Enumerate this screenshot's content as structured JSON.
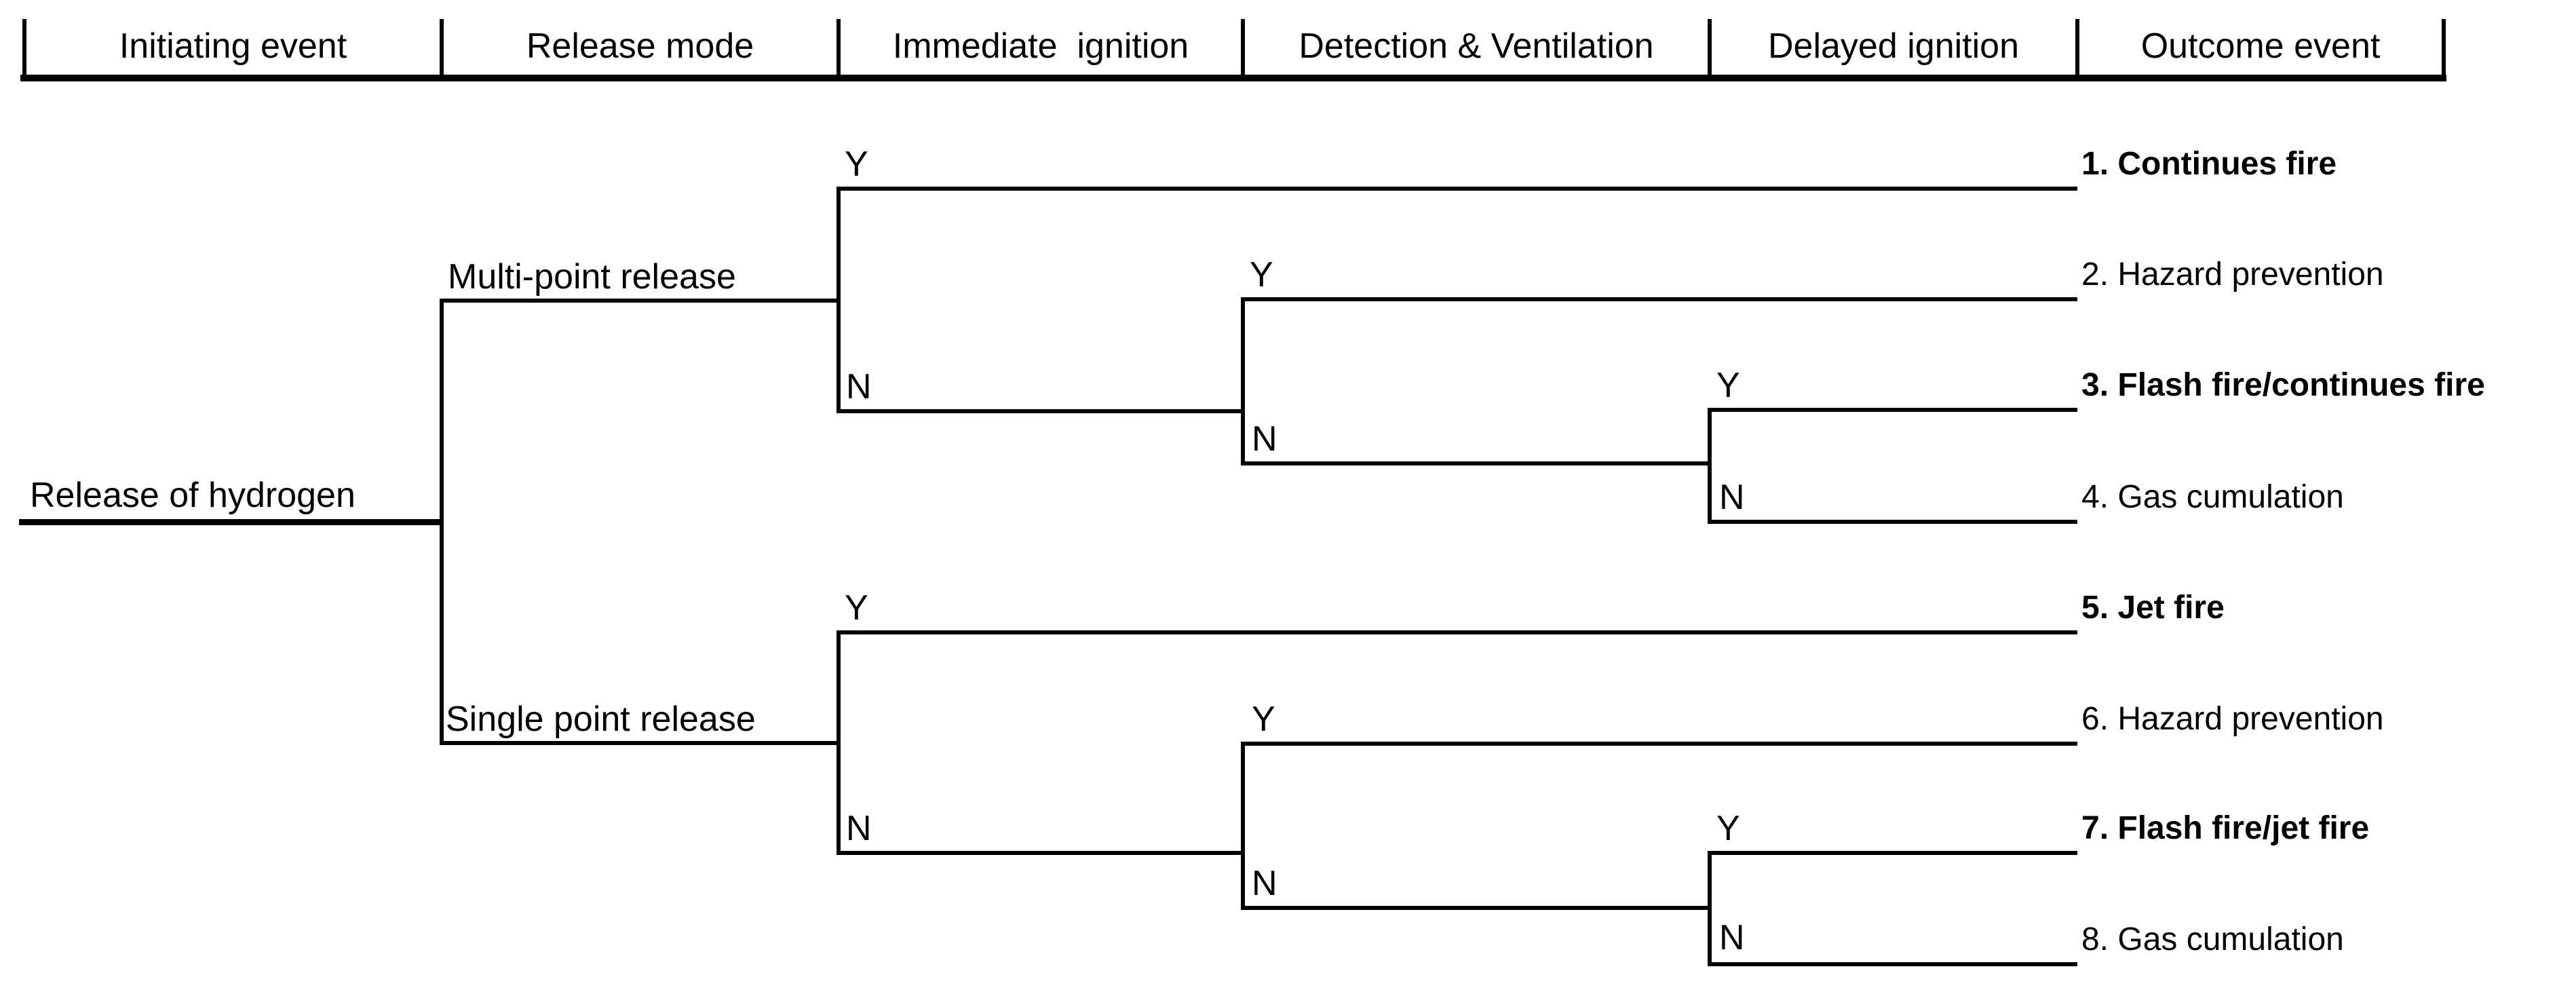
{
  "colors": {
    "background": "#ffffff",
    "line": "#000000",
    "text": "#000000"
  },
  "header": {
    "columns": [
      {
        "label": "Initiating event"
      },
      {
        "label": "Release mode"
      },
      {
        "label": "Immediate  ignition"
      },
      {
        "label": "Detection & Ventilation"
      },
      {
        "label": "Delayed ignition"
      },
      {
        "label": "Outcome event"
      }
    ]
  },
  "tree": {
    "initiating_event_label": "Release of hydrogen",
    "release_modes": {
      "multi_point_label": "Multi-point release",
      "single_point_label": "Single point release"
    },
    "branch_labels": {
      "yes": "Y",
      "no": "N"
    }
  },
  "outcomes": [
    {
      "number": 1,
      "label": "1. Continues fire",
      "bold": true
    },
    {
      "number": 2,
      "label": "2. Hazard prevention",
      "bold": false
    },
    {
      "number": 3,
      "label": "3. Flash fire/continues fire",
      "bold": true
    },
    {
      "number": 4,
      "label": "4. Gas cumulation",
      "bold": false
    },
    {
      "number": 5,
      "label": "5. Jet fire",
      "bold": true
    },
    {
      "number": 6,
      "label": "6. Hazard prevention",
      "bold": false
    },
    {
      "number": 7,
      "label": "7. Flash fire/jet fire",
      "bold": true
    },
    {
      "number": 8,
      "label": "8. Gas cumulation",
      "bold": false
    }
  ],
  "event_tree_paths": [
    {
      "initiating_event": "Release of hydrogen",
      "release_mode": "Multi-point release",
      "immediate_ignition": "Y",
      "detection_ventilation": null,
      "delayed_ignition": null,
      "outcome": "1. Continues fire"
    },
    {
      "initiating_event": "Release of hydrogen",
      "release_mode": "Multi-point release",
      "immediate_ignition": "N",
      "detection_ventilation": "Y",
      "delayed_ignition": null,
      "outcome": "2. Hazard prevention"
    },
    {
      "initiating_event": "Release of hydrogen",
      "release_mode": "Multi-point release",
      "immediate_ignition": "N",
      "detection_ventilation": "N",
      "delayed_ignition": "Y",
      "outcome": "3. Flash fire/continues fire"
    },
    {
      "initiating_event": "Release of hydrogen",
      "release_mode": "Multi-point release",
      "immediate_ignition": "N",
      "detection_ventilation": "N",
      "delayed_ignition": "N",
      "outcome": "4. Gas cumulation"
    },
    {
      "initiating_event": "Release of hydrogen",
      "release_mode": "Single point release",
      "immediate_ignition": "Y",
      "detection_ventilation": null,
      "delayed_ignition": null,
      "outcome": "5. Jet fire"
    },
    {
      "initiating_event": "Release of hydrogen",
      "release_mode": "Single point release",
      "immediate_ignition": "N",
      "detection_ventilation": "Y",
      "delayed_ignition": null,
      "outcome": "6. Hazard prevention"
    },
    {
      "initiating_event": "Release of hydrogen",
      "release_mode": "Single point release",
      "immediate_ignition": "N",
      "detection_ventilation": "N",
      "delayed_ignition": "Y",
      "outcome": "7. Flash fire/jet fire"
    },
    {
      "initiating_event": "Release of hydrogen",
      "release_mode": "Single point release",
      "immediate_ignition": "N",
      "detection_ventilation": "N",
      "delayed_ignition": "N",
      "outcome": "8. Gas cumulation"
    }
  ]
}
